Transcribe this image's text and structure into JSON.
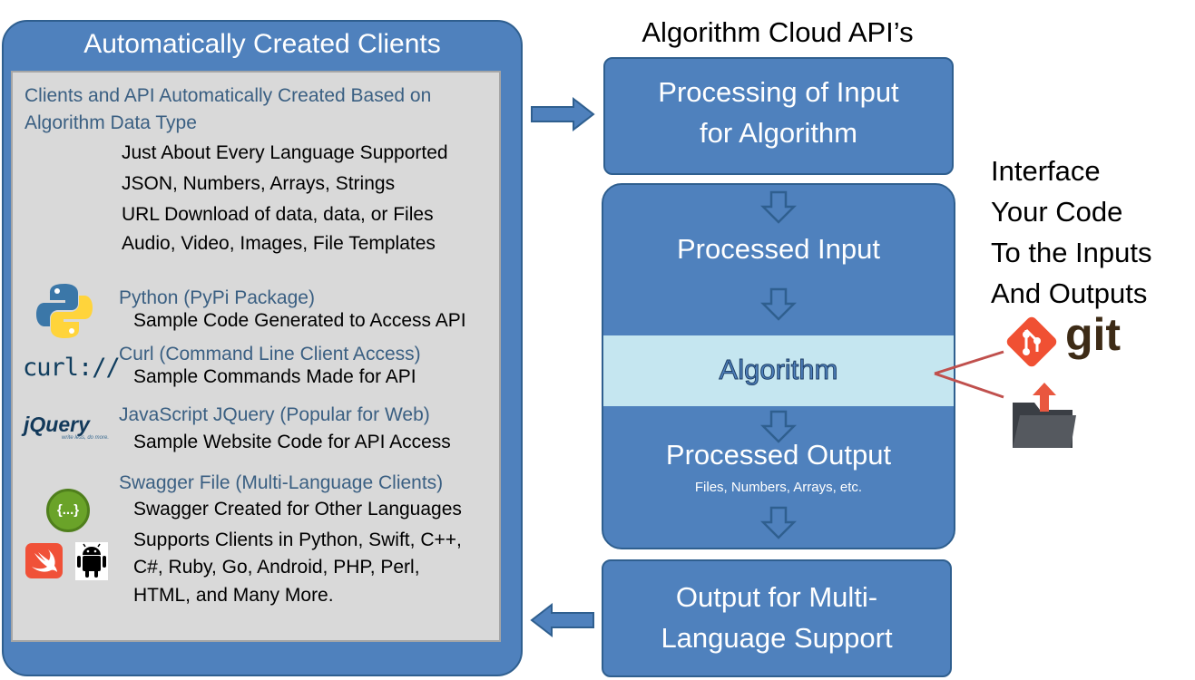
{
  "left_panel": {
    "title": "Automatically Created Clients",
    "intro_line1": "Clients and API Automatically Created Based on",
    "intro_line2": "Algorithm Data Type",
    "features": [
      "Just About Every Language Supported",
      "JSON, Numbers, Arrays, Strings",
      "URL Download of data, data, or Files",
      "Audio, Video, Images, File Templates"
    ],
    "clients": {
      "python": {
        "title": "Python (PyPi Package)",
        "desc": "Sample Code Generated to Access API"
      },
      "curl": {
        "title": "Curl (Command Line Client Access)",
        "desc": "Sample Commands Made for API",
        "logo_text": "curl://"
      },
      "jquery": {
        "title": "JavaScript JQuery (Popular for Web)",
        "desc": "Sample Website Code for API Access",
        "logo_text": "jQuery",
        "logo_tagline": "write less, do more."
      },
      "swagger": {
        "title": "Swagger File (Multi-Language Clients)",
        "lines": [
          "Swagger Created for Other Languages",
          "Supports Clients in Python, Swift, C++,",
          "C#, Ruby,  Go, Android, PHP, Perl,",
          "HTML, and Many More."
        ],
        "logo_text": "{...}"
      }
    }
  },
  "right": {
    "heading": "Algorithm Cloud API’s",
    "input_box": [
      "Processing of Input",
      "for Algorithm"
    ],
    "processed_input": "Processed Input",
    "algorithm": "Algorithm",
    "processed_output": "Processed Output",
    "processed_output_sub": "Files, Numbers, Arrays, etc.",
    "output_box": [
      "Output for Multi-",
      "Language Support"
    ]
  },
  "interface": {
    "lines": [
      "Interface",
      "Your Code",
      "To the Inputs",
      "And Outputs"
    ],
    "git_label": "git"
  },
  "colors": {
    "box_blue": "#4f81bd",
    "box_border": "#2f5f8f",
    "algorithm_band": "#c5e6f0",
    "git_orange": "#f05033",
    "connector": "#c0504d"
  },
  "icons": [
    "python-logo-icon",
    "curl-logo-icon",
    "jquery-logo-icon",
    "swagger-logo-icon",
    "swift-logo-icon",
    "android-logo-icon",
    "git-logo-icon",
    "folder-upload-icon",
    "arrow-right-icon",
    "arrow-left-icon",
    "arrow-down-icon"
  ]
}
